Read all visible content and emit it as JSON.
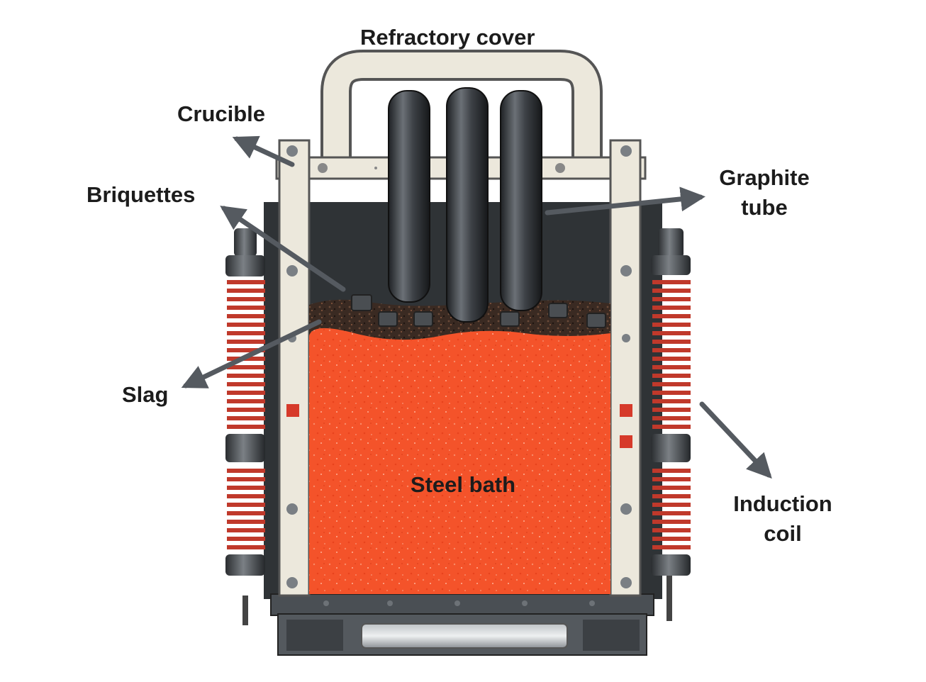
{
  "labels": {
    "refractory_cover": "Refractory cover",
    "crucible": "Crucible",
    "briquettes": "Briquettes",
    "slag": "Slag",
    "graphite_tube_line1": "Graphite",
    "graphite_tube_line2": "tube",
    "steel_bath": "Steel bath",
    "induction_coil_line1": "Induction",
    "induction_coil_line2": "coil"
  },
  "colors": {
    "steel_bath": "#f4532a",
    "slag": "#3a2a22",
    "coil": "#c0392b",
    "frame": "#ece8dc",
    "graphite": "#3b3f44",
    "arrow": "#555a60"
  }
}
